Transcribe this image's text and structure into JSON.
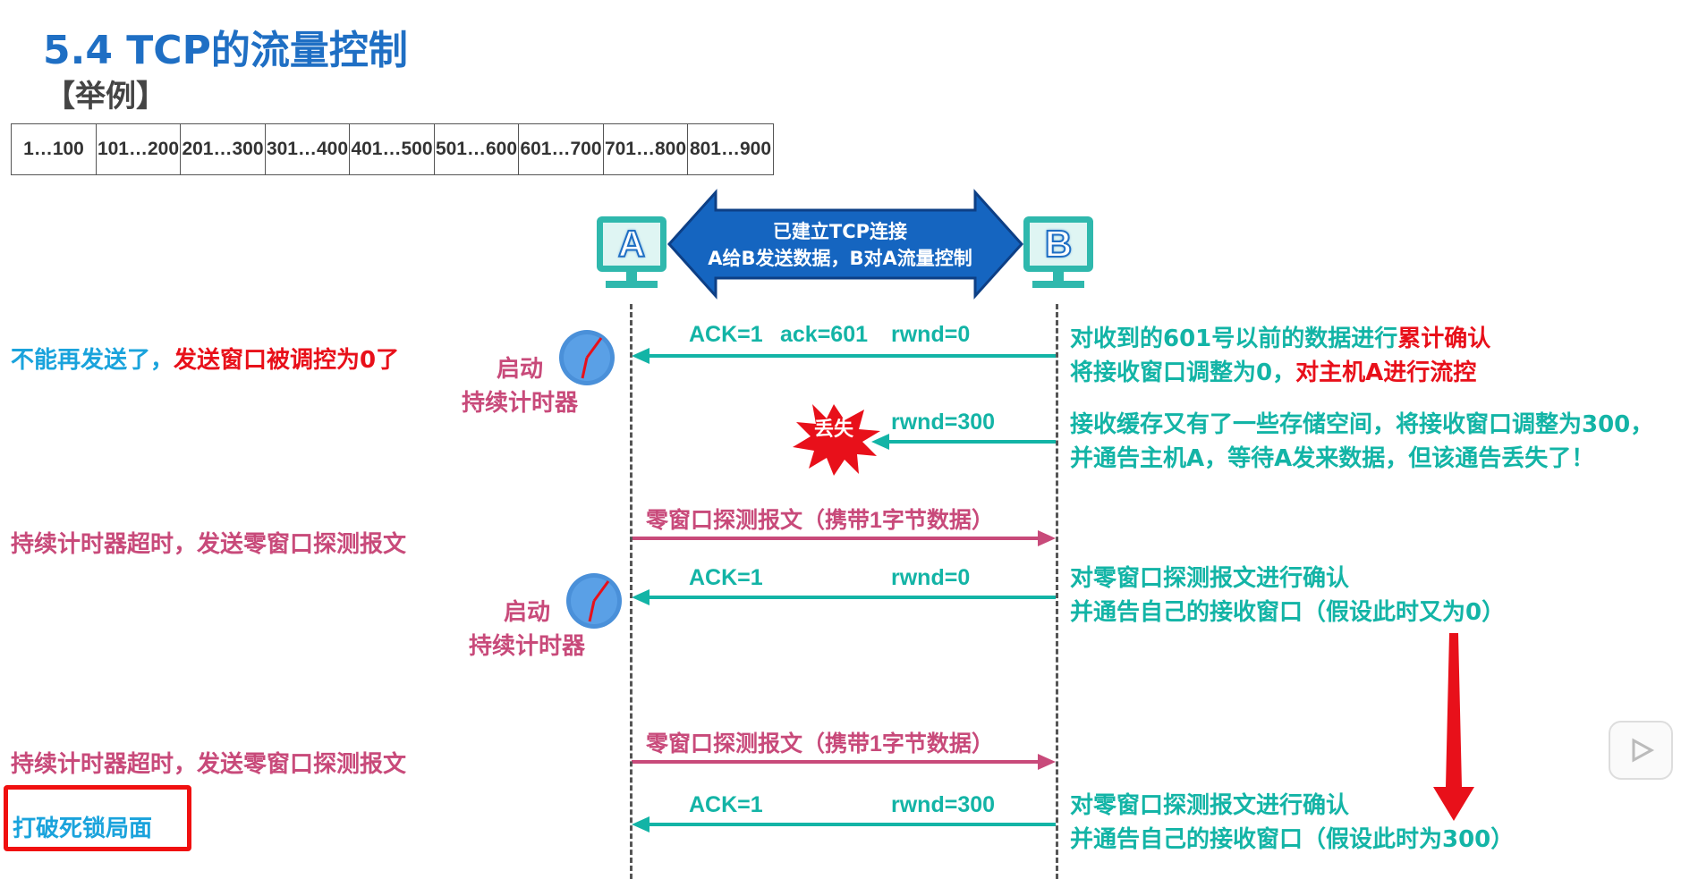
{
  "header": {
    "title": "5.4 TCP的流量控制",
    "subtitle": "【举例】"
  },
  "sequence_blocks": [
    "1…100",
    "101…200",
    "201…300",
    "301…400",
    "401…500",
    "501…600",
    "601…700",
    "701…800",
    "801…900"
  ],
  "hosts": {
    "a": "A",
    "b": "B"
  },
  "connection_banner": {
    "line1": "已建立TCP连接",
    "line2": "A给B发送数据，B对A流量控制"
  },
  "messages": {
    "m1": {
      "ack": "ACK=1",
      "acknum": "ack=601",
      "rwnd": "rwnd=0"
    },
    "m2": {
      "rwnd": "rwnd=300",
      "lost": "丢失"
    },
    "m3": {
      "label": "零窗口探测报文（携带1字节数据）"
    },
    "m4": {
      "ack": "ACK=1",
      "rwnd": "rwnd=0"
    },
    "m5": {
      "label": "零窗口探测报文（携带1字节数据）"
    },
    "m6": {
      "ack": "ACK=1",
      "rwnd": "rwnd=300"
    }
  },
  "right_notes": {
    "n1_line1_a": "对收到的601号以前的数据进行",
    "n1_line1_b": "累计确认",
    "n1_line2_a": "将接收窗口调整为0，",
    "n1_line2_b": "对主机A进行流控",
    "n2_line1": "接收缓存又有了一些存储空间，将接收窗口调整为300，",
    "n2_line2": "并通告主机A，等待A发来数据，但该通告丢失了！",
    "n3_line1": "对零窗口探测报文进行确认",
    "n3_line2": "并通告自己的接收窗口（假设此时又为0）",
    "n4_line1": "对零窗口探测报文进行确认",
    "n4_line2": "并通告自己的接收窗口（假设此时为300）"
  },
  "left_notes": {
    "l1_a": "不能再发送了，",
    "l1_b": "发送窗口被调控为0了",
    "l2": "持续计时器超时，发送零窗口探测报文",
    "l3": "持续计时器超时，发送零窗口探测报文",
    "l4": "打破死锁局面"
  },
  "timer_labels": {
    "t1_line1": "启动",
    "t1_line2": "持续计时器",
    "t2_line1": "启动",
    "t2_line2": "持续计时器"
  },
  "colors": {
    "title": "#1f6fc4",
    "ack_arrow": "#13b4a6",
    "probe_arrow": "#c84a7a",
    "emphasis": "#e8101a",
    "left_blue": "#1aa3dc",
    "banner": "#1565c0"
  }
}
